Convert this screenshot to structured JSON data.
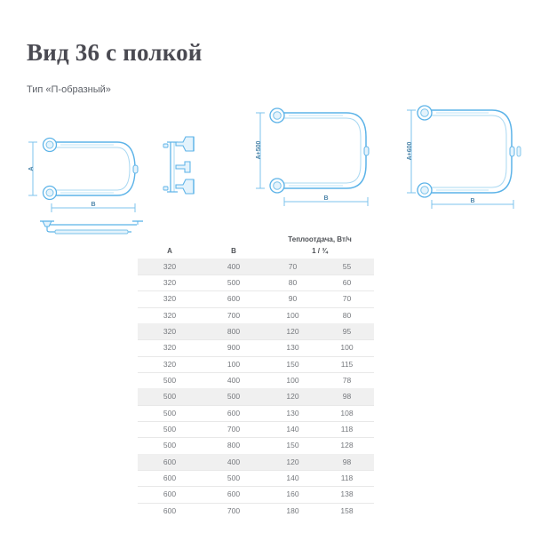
{
  "header": {
    "title": "Вид 36 с полкой",
    "subtitle": "Тип «П-образный»"
  },
  "drawings": {
    "left": {
      "name": "top-view-with-shelf",
      "dim_vertical": "A",
      "dim_horizontal": "B"
    },
    "side": {
      "name": "side-profile-view"
    },
    "middle": {
      "name": "front-view-a500",
      "dim_vertical": "A+500",
      "dim_horizontal": "B"
    },
    "right": {
      "name": "front-view-a600",
      "dim_vertical": "A+600",
      "dim_horizontal": "B"
    }
  },
  "table": {
    "headers": {
      "a": "A",
      "b": "B",
      "heat": "Теплоотдача, Вт/ч",
      "heat_sub": "1 / ¾"
    },
    "rows": [
      {
        "a": "320",
        "b": "400",
        "h1": "70",
        "h2": "55"
      },
      {
        "a": "320",
        "b": "500",
        "h1": "80",
        "h2": "60"
      },
      {
        "a": "320",
        "b": "600",
        "h1": "90",
        "h2": "70"
      },
      {
        "a": "320",
        "b": "700",
        "h1": "100",
        "h2": "80"
      },
      {
        "a": "320",
        "b": "800",
        "h1": "120",
        "h2": "95"
      },
      {
        "a": "320",
        "b": "900",
        "h1": "130",
        "h2": "100"
      },
      {
        "a": "320",
        "b": "100",
        "h1": "150",
        "h2": "115"
      },
      {
        "a": "500",
        "b": "400",
        "h1": "100",
        "h2": "78"
      },
      {
        "a": "500",
        "b": "500",
        "h1": "120",
        "h2": "98"
      },
      {
        "a": "500",
        "b": "600",
        "h1": "130",
        "h2": "108"
      },
      {
        "a": "500",
        "b": "700",
        "h1": "140",
        "h2": "118"
      },
      {
        "a": "500",
        "b": "800",
        "h1": "150",
        "h2": "128"
      },
      {
        "a": "600",
        "b": "400",
        "h1": "120",
        "h2": "98"
      },
      {
        "a": "600",
        "b": "500",
        "h1": "140",
        "h2": "118"
      },
      {
        "a": "600",
        "b": "600",
        "h1": "160",
        "h2": "138"
      },
      {
        "a": "600",
        "b": "700",
        "h1": "180",
        "h2": "158"
      }
    ]
  },
  "colors": {
    "line": "#5cb3e8",
    "line_light": "#a9d8f2",
    "fill": "#e4f3fc",
    "title": "#4a4a52",
    "text": "#75787d",
    "row_alt": "#f0f0f0"
  }
}
